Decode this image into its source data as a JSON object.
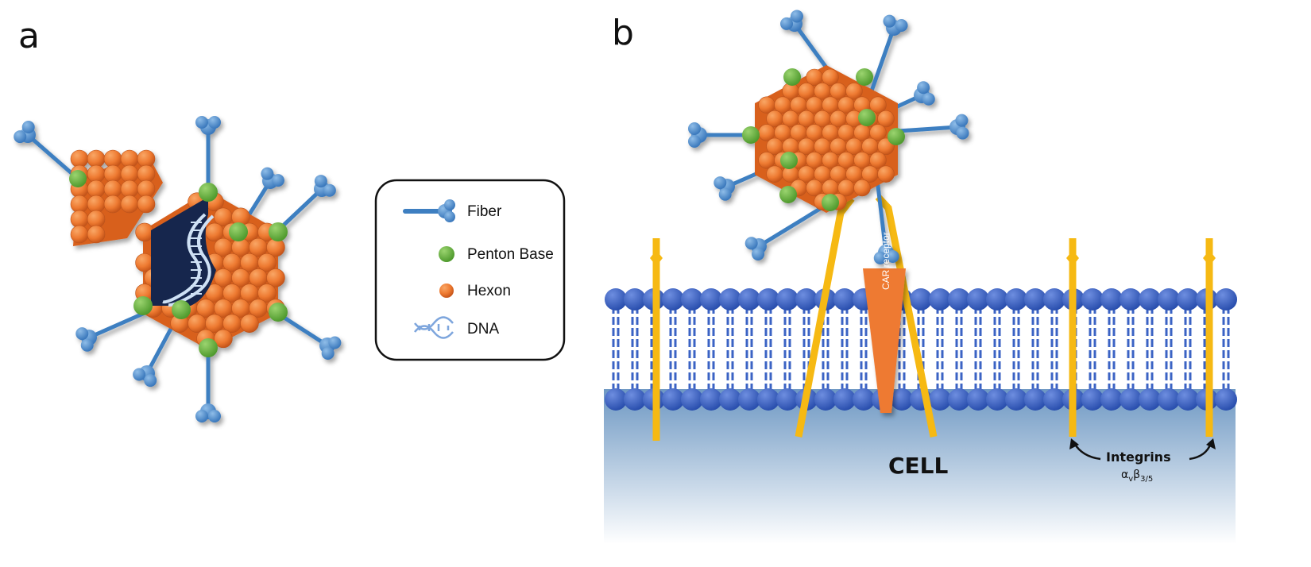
{
  "panels": {
    "a_label": "a",
    "b_label": "b"
  },
  "legend": {
    "items": [
      {
        "label": "Fiber",
        "icon": "fiber-icon"
      },
      {
        "label": "Penton Base",
        "icon": "penton-base-icon"
      },
      {
        "label": "Hexon",
        "icon": "hexon-icon"
      },
      {
        "label": "DNA",
        "icon": "dna-icon"
      }
    ]
  },
  "cell": {
    "label": "CELL",
    "receptor_label": "CAR receptor",
    "integrins_title": "Integrins",
    "integrins_sub": "αvβ3/5"
  },
  "colors": {
    "hexon": "#ee7a31",
    "penton": "#6ab344",
    "fiber": "#3e7fc1",
    "membrane": "#3b63c4",
    "integrin": "#f6b913",
    "car": "#ee7a31",
    "cell_gradient_top": "#6e98c3"
  }
}
